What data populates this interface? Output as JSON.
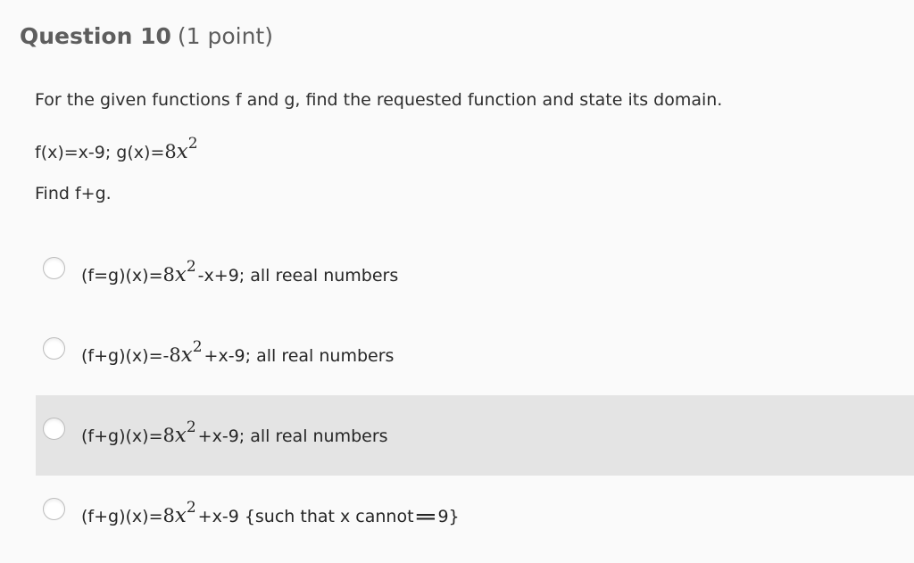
{
  "header": {
    "title": "Question 10",
    "points": "(1 point)"
  },
  "question": {
    "prompt": "For the given functions f and g, find the requested function and state its domain.",
    "definition": {
      "prefix": "f(x)=x-9; g(x)=",
      "coefficient": "8",
      "variable": "x",
      "exponent": "2"
    },
    "task": "Find f+g."
  },
  "options": [
    {
      "pre": "(f=g)(x)=",
      "coefficient": "8",
      "variable": "x",
      "exponent": "2",
      "post": "-x+9; all reeal numbers",
      "eq": "",
      "tail": "",
      "selected": false,
      "highlighted": false
    },
    {
      "pre": "(f+g)(x)=-",
      "coefficient": "8",
      "variable": "x",
      "exponent": "2",
      "post": "+x-9; all real numbers",
      "eq": "",
      "tail": "",
      "selected": false,
      "highlighted": false
    },
    {
      "pre": "(f+g)(x)=",
      "coefficient": "8",
      "variable": "x",
      "exponent": "2",
      "post": "+x-9; all real numbers",
      "eq": "",
      "tail": "",
      "selected": false,
      "highlighted": true
    },
    {
      "pre": "(f+g)(x)=",
      "coefficient": "8",
      "variable": "x",
      "exponent": "2",
      "post": "+x-9 {such that x cannot",
      "eq": "=",
      "tail": "9}",
      "selected": false,
      "highlighted": false
    }
  ],
  "colors": {
    "background": "#fafafa",
    "highlight_row": "#e4e4e4",
    "header_text": "#5e5e5e",
    "body_text": "#2d2d2d"
  }
}
